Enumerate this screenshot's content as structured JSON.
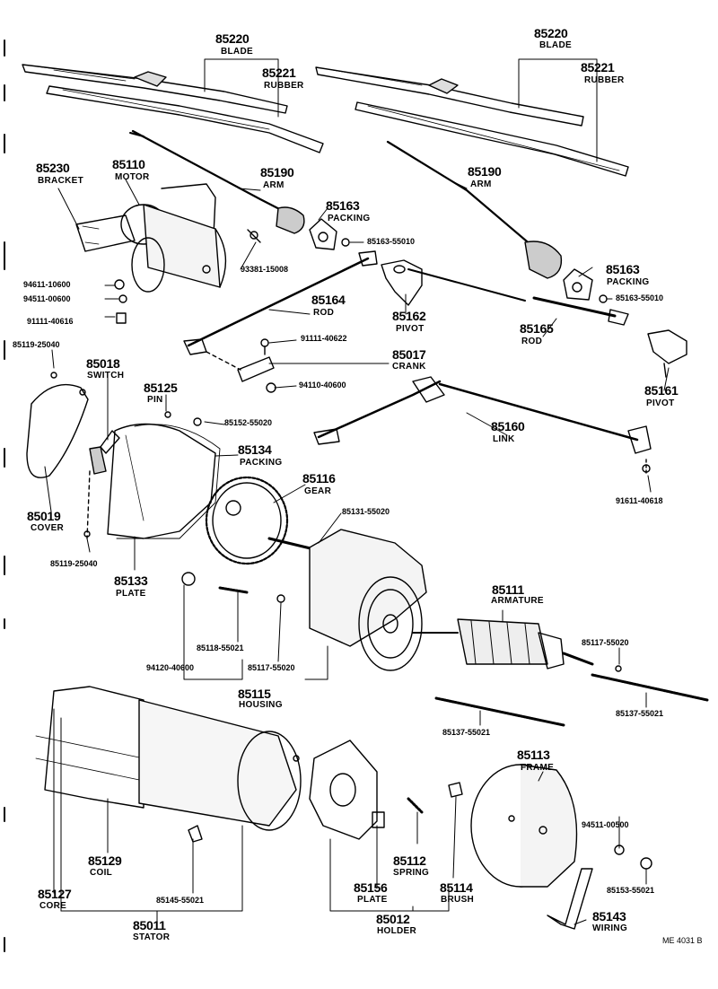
{
  "diagram_code": "ME 4031 B",
  "parts": {
    "blade_l": {
      "num": "85220",
      "name": "BLADE"
    },
    "rubber_l": {
      "num": "85221",
      "name": "RUBBER"
    },
    "blade_r": {
      "num": "85220",
      "name": "BLADE"
    },
    "rubber_r": {
      "num": "85221",
      "name": "RUBBER"
    },
    "bracket": {
      "num": "85230",
      "name": "BRACKET"
    },
    "motor": {
      "num": "85110",
      "name": "MOTOR"
    },
    "arm_l": {
      "num": "85190",
      "name": "ARM"
    },
    "arm_r": {
      "num": "85190",
      "name": "ARM"
    },
    "packing_l": {
      "num": "85163",
      "name": "PACKING"
    },
    "nut_l": {
      "num": "85163-55010"
    },
    "packing_r": {
      "num": "85163",
      "name": "PACKING"
    },
    "nut_r": {
      "num": "85163-55010"
    },
    "screw_93381": {
      "num": "93381-15008"
    },
    "washer_94611": {
      "num": "94611-10600"
    },
    "nut_94511a": {
      "num": "94511-00600"
    },
    "bolt_91111a": {
      "num": "91111-40616"
    },
    "rod_l": {
      "num": "85164",
      "name": "ROD"
    },
    "pivot_l": {
      "num": "85162",
      "name": "PIVOT"
    },
    "rod_r": {
      "num": "85165",
      "name": "ROD"
    },
    "pivot_r": {
      "num": "85161",
      "name": "PIVOT"
    },
    "bolt_91111b": {
      "num": "91111-40622"
    },
    "crank": {
      "num": "85017",
      "name": "CRANK"
    },
    "nut_94110a": {
      "num": "94110-40600"
    },
    "screw_85119a": {
      "num": "85119-25040"
    },
    "switch": {
      "num": "85018",
      "name": "SWITCH"
    },
    "pin": {
      "num": "85125",
      "name": "PIN"
    },
    "screw_85152": {
      "num": "85152-55020"
    },
    "packing_m": {
      "num": "85134",
      "name": "PACKING"
    },
    "gear": {
      "num": "85116",
      "name": "GEAR"
    },
    "link": {
      "num": "85160",
      "name": "LINK"
    },
    "bolt_91611": {
      "num": "91611-40618"
    },
    "cover": {
      "num": "85019",
      "name": "COVER"
    },
    "screw_85131": {
      "num": "85131-55020"
    },
    "screw_85119b": {
      "num": "85119-25040"
    },
    "plate": {
      "num": "85133",
      "name": "PLATE"
    },
    "armature": {
      "num": "85111",
      "name": "ARMATURE"
    },
    "ball_85117a": {
      "num": "85117-55020"
    },
    "stud_85118": {
      "num": "85118-55021"
    },
    "nut_94120": {
      "num": "94120-40600"
    },
    "ball_85117b": {
      "num": "85117-55020"
    },
    "housing": {
      "num": "85115",
      "name": "HOUSING"
    },
    "bolt_85137a": {
      "num": "85137-55021"
    },
    "bolt_85137b": {
      "num": "85137-55021"
    },
    "frame": {
      "num": "85113",
      "name": "FRAME"
    },
    "coil": {
      "num": "85129",
      "name": "COIL"
    },
    "nut_94511b": {
      "num": "94511-00500"
    },
    "spring": {
      "num": "85112",
      "name": "SPRING"
    },
    "brush": {
      "num": "85114",
      "name": "BRUSH"
    },
    "bush_85153": {
      "num": "85153-55021"
    },
    "core": {
      "num": "85127",
      "name": "CORE"
    },
    "screw_85145": {
      "num": "85145-55021"
    },
    "plate_b": {
      "num": "85156",
      "name": "PLATE"
    },
    "holder": {
      "num": "85012",
      "name": "HOLDER"
    },
    "wiring": {
      "num": "85143",
      "name": "WIRING"
    },
    "stator": {
      "num": "85011",
      "name": "STATOR"
    }
  }
}
